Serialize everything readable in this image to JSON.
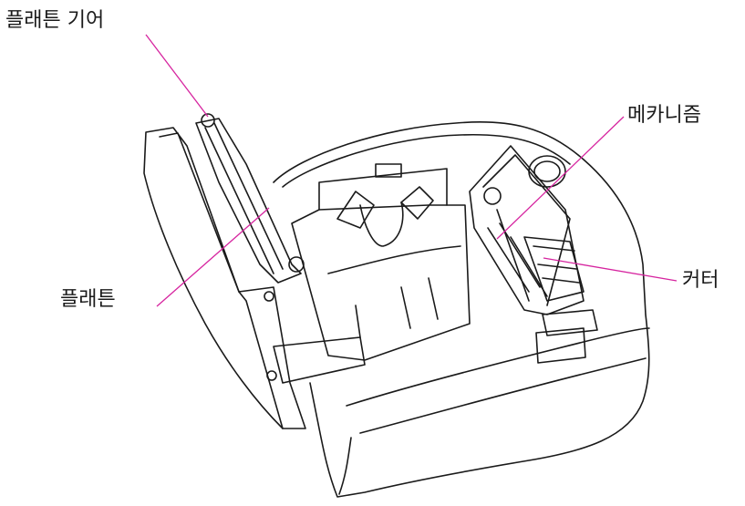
{
  "labels": {
    "platen_gear": "플래튼 기어",
    "mechanism": "메카니즘",
    "cutter": "커터",
    "platen": "플래튼"
  },
  "colors": {
    "outline": "#1a1a1a",
    "leader_line": "#d6249f",
    "background": "#ffffff"
  }
}
